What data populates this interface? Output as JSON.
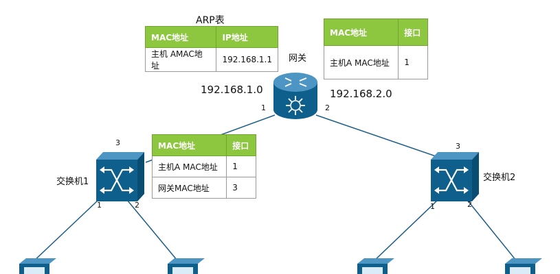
{
  "arp_title": "ARP表",
  "arp_table": {
    "headers": [
      "MAC地址",
      "IP地址"
    ],
    "rows": [
      [
        "主机 AMAC地址",
        "192.168.1.1"
      ]
    ]
  },
  "gateway_table": {
    "headers": [
      "MAC地址",
      "接口"
    ],
    "rows": [
      [
        "主机A MAC地址",
        "1"
      ]
    ]
  },
  "switch1_table": {
    "headers": [
      "MAC地址",
      "接口"
    ],
    "rows": [
      [
        "主机A MAC地址",
        "1"
      ],
      [
        "网关MAC地址",
        "3"
      ]
    ]
  },
  "gateway_label": "网关",
  "gateway_ip_left": "192.168.1.0",
  "gateway_ip_right": "192.168.2.0",
  "switch1_label": "交换机1",
  "switch2_label": "交换机2",
  "ports": {
    "gw_left": "1",
    "gw_right": "2",
    "sw1_up": "3",
    "sw1_left": "1",
    "sw1_right": "2",
    "sw2_up": "3",
    "sw2_left": "1",
    "sw2_right": "2"
  },
  "colors": {
    "device": "#0e5f8c",
    "device_light": "#4d95c2",
    "header": "#8dc63f"
  }
}
